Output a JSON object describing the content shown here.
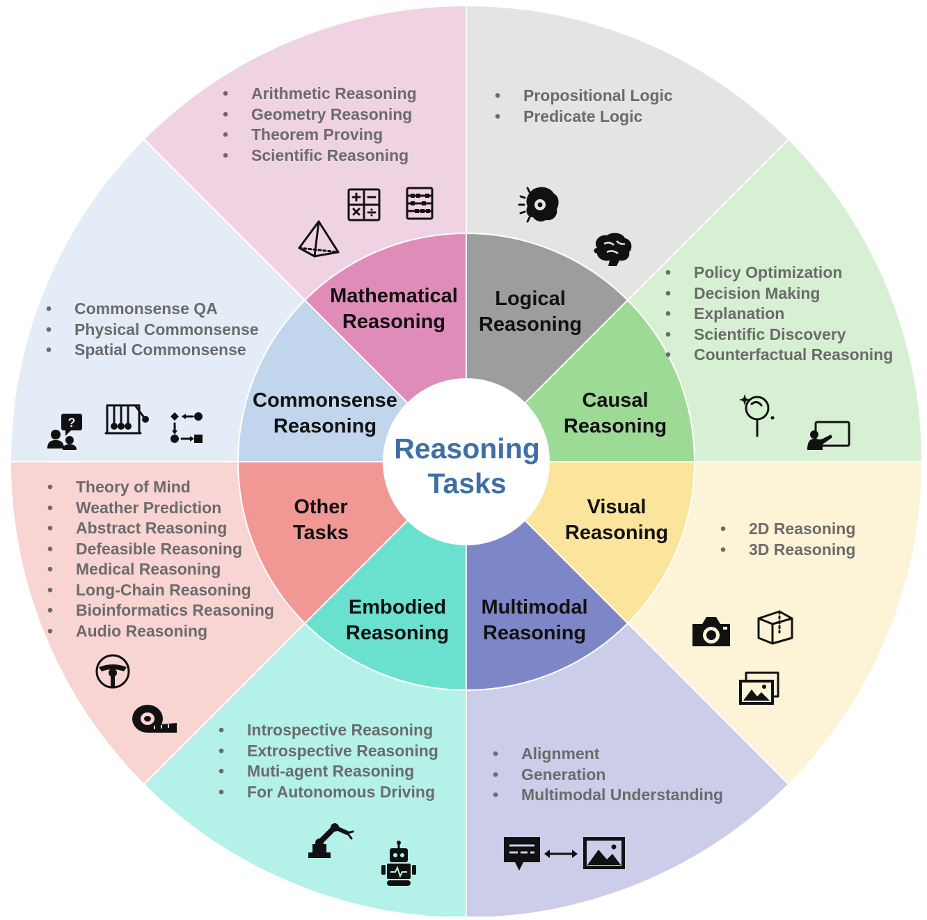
{
  "center": {
    "line1": "Reasoning",
    "line2": "Tasks"
  },
  "categories": [
    {
      "id": "mathematical",
      "line1": "Mathematical",
      "line2": "Reasoning",
      "outer_color": "#f0d3e3",
      "inner_color": "#df8cb8",
      "items": [
        "Arithmetic Reasoning",
        "Geometry Reasoning",
        "Theorem Proving",
        "Scientific Reasoning"
      ],
      "icons": [
        "calculator-icon",
        "abacus-icon",
        "pyramid-icon"
      ]
    },
    {
      "id": "logical",
      "line1": "Logical",
      "line2": "Reasoning",
      "outer_color": "#e4e4e4",
      "inner_color": "#9d9d9d",
      "items": [
        "Propositional Logic",
        "Predicate Logic"
      ],
      "icons": [
        "brain-gear-icon",
        "brain-icon"
      ]
    },
    {
      "id": "causal",
      "line1": "Causal",
      "line2": "Reasoning",
      "outer_color": "#d7f0d3",
      "inner_color": "#9dda95",
      "items": [
        "Policy Optimization",
        "Decision Making",
        "Explanation",
        "Scientific Discovery",
        "Counterfactual Reasoning"
      ],
      "icons": [
        "magnifier-sparkle-icon",
        "presentation-icon"
      ]
    },
    {
      "id": "visual",
      "line1": "Visual",
      "line2": "Reasoning",
      "outer_color": "#fdf3d6",
      "inner_color": "#fbe49b",
      "items": [
        "2D Reasoning",
        "3D Reasoning"
      ],
      "icons": [
        "camera-icon",
        "cube-icon",
        "images-icon"
      ]
    },
    {
      "id": "multimodal",
      "line1": "Multimodal",
      "line2": "Reasoning",
      "outer_color": "#cbcde9",
      "inner_color": "#7d87c7",
      "items": [
        "Alignment",
        "Generation",
        "Multimodal Understanding"
      ],
      "icons": [
        "text-to-image-icon"
      ]
    },
    {
      "id": "embodied",
      "line1": "Embodied",
      "line2": "Reasoning",
      "outer_color": "#b4f1e8",
      "inner_color": "#6ae0cf",
      "items": [
        "Introspective Reasoning",
        "Extrospective Reasoning",
        "Muti-agent Reasoning",
        "For Autonomous Driving"
      ],
      "icons": [
        "robot-arm-icon",
        "robot-icon"
      ]
    },
    {
      "id": "other",
      "line1": "Other",
      "line2": "Tasks",
      "outer_color": "#f8d4d3",
      "inner_color": "#f19894",
      "items": [
        "Theory of Mind",
        "Weather Prediction",
        "Abstract Reasoning",
        "Defeasible Reasoning",
        "Medical Reasoning",
        "Long-Chain Reasoning",
        "Bioinformatics Reasoning",
        "Audio Reasoning"
      ],
      "icons": [
        "steering-wheel-icon",
        "tape-measure-icon"
      ]
    },
    {
      "id": "commonsense",
      "line1": "Commonsense",
      "line2": "Reasoning",
      "outer_color": "#e3ecf7",
      "inner_color": "#c1d6ec",
      "items": [
        "Commonsense QA",
        "Physical Commonsense",
        "Spatial Commonsense"
      ],
      "icons": [
        "people-question-icon",
        "newtons-cradle-icon",
        "flow-shapes-icon"
      ]
    }
  ]
}
